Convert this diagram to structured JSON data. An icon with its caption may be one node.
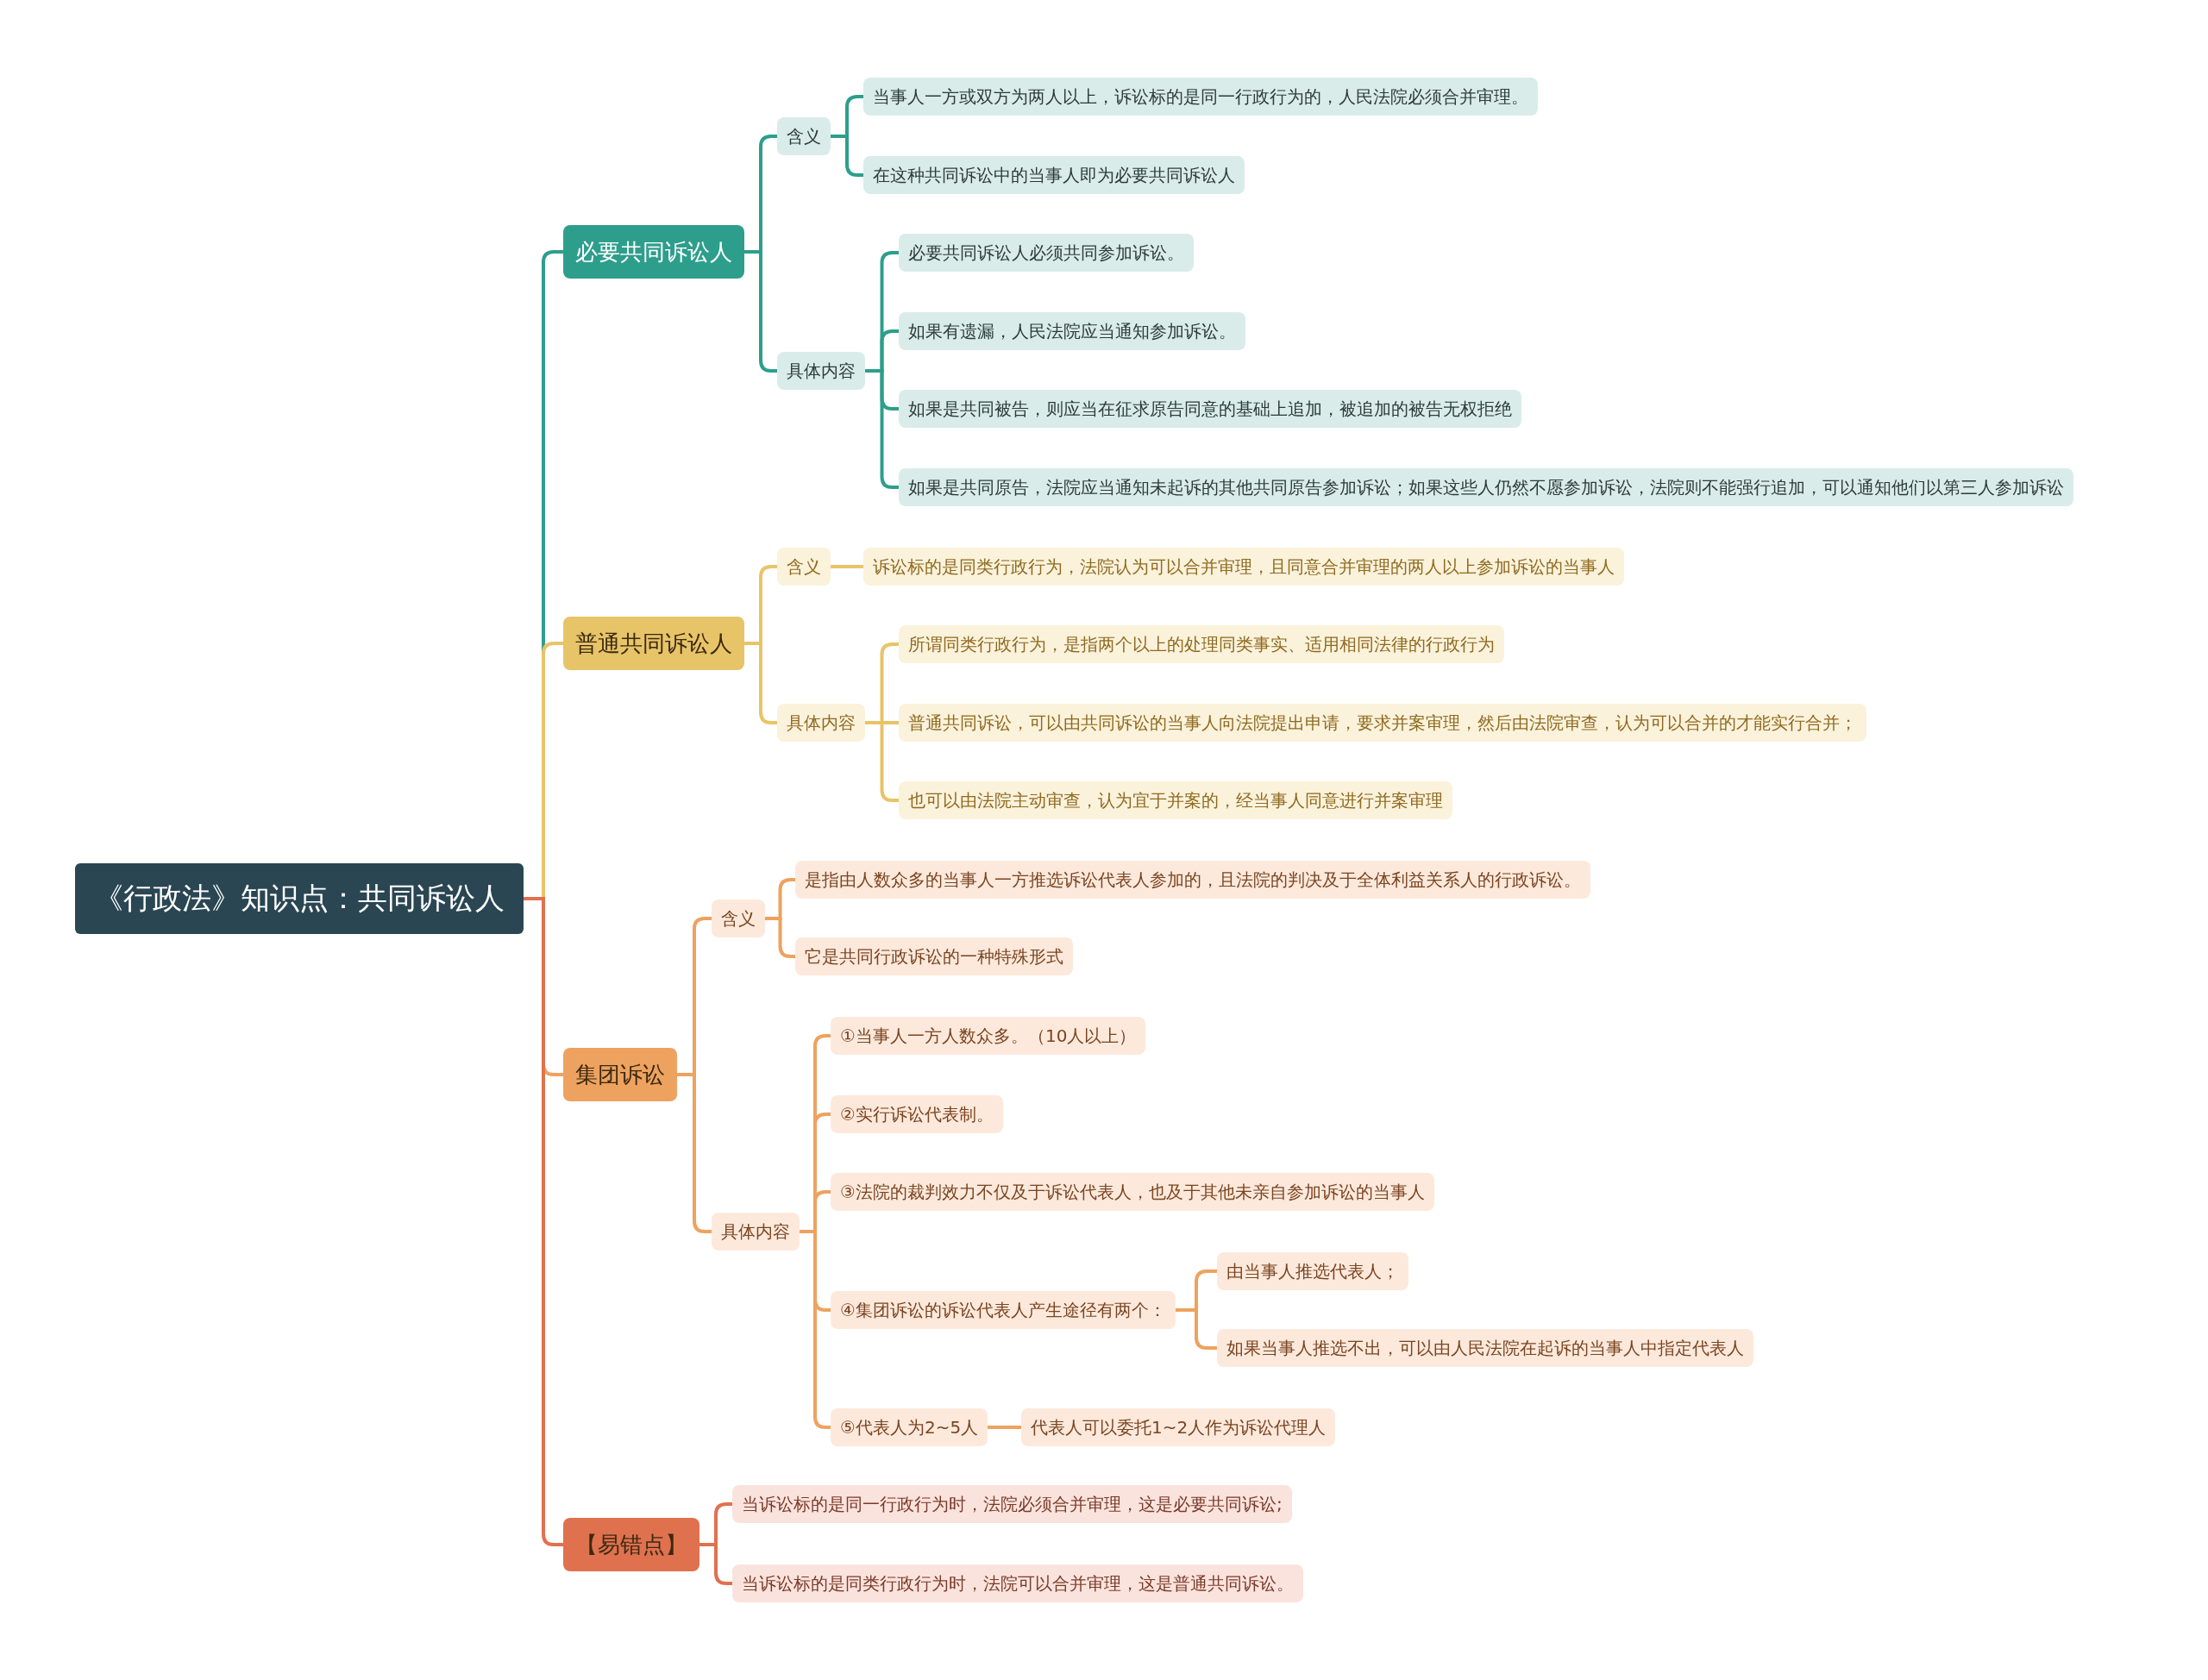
{
  "diagram": {
    "nodes": [
      {
        "text": [
          "《行政法》知识点：共同诉讼人"
        ]
      },
      {
        "text": [
          "必要共同诉讼人"
        ]
      },
      {
        "text": [
          "含义"
        ]
      },
      {
        "text": [
          "当事人一方或双方为两人以上，诉讼标的是同一行政行为的，人民法院必须合并审理。"
        ]
      },
      {
        "text": [
          "在这种共同诉讼中的当事人即为必要共同诉讼人"
        ]
      },
      {
        "text": [
          "具体内容"
        ]
      },
      {
        "text": [
          "必要共同诉讼人必须共同参加诉讼。"
        ]
      },
      {
        "text": [
          "如果有遗漏，人民法院应当通知参加诉讼。"
        ]
      },
      {
        "text": [
          "如果是共同被告，则应当在征求原告同意的基础上追加，被追加的被告无权拒绝"
        ]
      },
      {
        "text": [
          "如果是共同原告，法院应当通知未起诉的其他共同原告参加诉讼；如果这些人仍然不愿参加诉讼，法院则不能强行追加，可以通知他们以第三人参加诉讼"
        ]
      },
      {
        "text": [
          "普通共同诉讼人"
        ]
      },
      {
        "text": [
          "含义"
        ]
      },
      {
        "text": [
          "诉讼标的是同类行政行为，法院认为可以合并审理，且同意合并审理的两人以上参加诉讼的当事人"
        ]
      },
      {
        "text": [
          "具体内容"
        ]
      },
      {
        "text": [
          "所谓同类行政行为，是指两个以上的处理同类事实、适用相同法律的行政行为"
        ]
      },
      {
        "text": [
          "普通共同诉讼，可以由共同诉讼的当事人向法院提出申请，要求并案审理，然后由法院审查，认为可以合并的才能实行合并；"
        ]
      },
      {
        "text": [
          "也可以由法院主动审查，认为宜于并案的，经当事人同意进行并案审理"
        ]
      },
      {
        "text": [
          "集团诉讼"
        ]
      },
      {
        "text": [
          "含义"
        ]
      },
      {
        "text": [
          "是指由人数众多的当事人一方推选诉讼代表人参加的，且法院的判决及于全体利益关系人的行政诉讼。"
        ]
      },
      {
        "text": [
          "它是共同行政诉讼的一种特殊形式"
        ]
      },
      {
        "text": [
          "具体内容"
        ]
      },
      {
        "text": [
          "①当事人一方人数众多。（10人以上）"
        ]
      },
      {
        "text": [
          "②实行诉讼代表制。"
        ]
      },
      {
        "text": [
          "③法院的裁判效力不仅及于诉讼代表人，也及于其他未亲自参加诉讼的当事人"
        ]
      },
      {
        "text": [
          "④集团诉讼的诉讼代表人产生途径有两个："
        ]
      },
      {
        "text": [
          "由当事人推选代表人；"
        ]
      },
      {
        "text": [
          "如果当事人推选不出，可以由人民法院在起诉的当事人中指定代表人"
        ]
      },
      {
        "text": [
          "⑤代表人为2~5人"
        ]
      },
      {
        "text": [
          "代表人可以委托1~2人作为诉讼代理人"
        ]
      },
      {
        "text": [
          "【易错点】"
        ]
      },
      {
        "text": [
          "当诉讼标的是同一行政行为时，法院必须合并审理，这是必要共同诉讼;"
        ]
      },
      {
        "text": [
          "当诉讼标的是同类行政行为时，法院可以合并审理，这是普通共同诉讼。"
        ]
      }
    ],
    "edges": [
      {
        "from": 0,
        "to": 1,
        "arrow": "none",
        "color": "#2e9e8c"
      },
      {
        "from": 1,
        "to": 2,
        "arrow": "none",
        "color": "#2e9e8c"
      },
      {
        "from": 2,
        "to": 3,
        "arrow": "none",
        "color": "#2e9e8c"
      },
      {
        "from": 2,
        "to": 4,
        "arrow": "none",
        "color": "#2e9e8c"
      },
      {
        "from": 1,
        "to": 5,
        "arrow": "none",
        "color": "#2e9e8c"
      },
      {
        "from": 5,
        "to": 6,
        "arrow": "none",
        "color": "#2e9e8c"
      },
      {
        "from": 5,
        "to": 7,
        "arrow": "none",
        "color": "#2e9e8c"
      },
      {
        "from": 5,
        "to": 8,
        "arrow": "none",
        "color": "#2e9e8c"
      },
      {
        "from": 5,
        "to": 9,
        "arrow": "none",
        "color": "#2e9e8c"
      },
      {
        "from": 0,
        "to": 10,
        "arrow": "none",
        "color": "#e8c468"
      },
      {
        "from": 10,
        "to": 11,
        "arrow": "none",
        "color": "#e8c468"
      },
      {
        "from": 11,
        "to": 12,
        "arrow": "none",
        "color": "#e8c468"
      },
      {
        "from": 10,
        "to": 13,
        "arrow": "none",
        "color": "#e8c468"
      },
      {
        "from": 13,
        "to": 14,
        "arrow": "none",
        "color": "#e8c468"
      },
      {
        "from": 13,
        "to": 15,
        "arrow": "none",
        "color": "#e8c468"
      },
      {
        "from": 13,
        "to": 16,
        "arrow": "none",
        "color": "#e8c468"
      },
      {
        "from": 0,
        "to": 17,
        "arrow": "none"
      },
      {
        "from": 17,
        "to": 18,
        "arrow": "none"
      },
      {
        "from": 18,
        "to": 19,
        "arrow": "none"
      },
      {
        "from": 18,
        "to": 20,
        "arrow": "none"
      },
      {
        "from": 17,
        "to": 21,
        "arrow": "none"
      },
      {
        "from": 21,
        "to": 22,
        "arrow": "none"
      },
      {
        "from": 21,
        "to": 23,
        "arrow": "none"
      },
      {
        "from": 21,
        "to": 24,
        "arrow": "none"
      },
      {
        "from": 21,
        "to": 25,
        "arrow": "none"
      },
      {
        "from": 25,
        "to": 26,
        "arrow": "none"
      },
      {
        "from": 25,
        "to": 27,
        "arrow": "none"
      },
      {
        "from": 21,
        "to": 28,
        "arrow": "none"
      },
      {
        "from": 28,
        "to": 29,
        "arrow": "none"
      },
      {
        "from": 0,
        "to": 30,
        "arrow": "none",
        "color": "#e0714f"
      },
      {
        "from": 30,
        "to": 31,
        "arrow": "none",
        "color": "#e0714f"
      },
      {
        "from": 30,
        "to": 32,
        "arrow": "none",
        "color": "#e0714f"
      }
    ]
  }
}
